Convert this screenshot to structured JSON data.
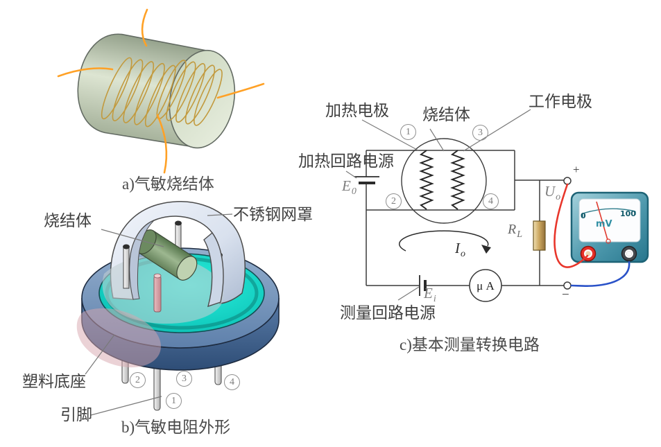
{
  "figure": {
    "panels": {
      "a": {
        "caption": "a)气敏烧结体"
      },
      "b": {
        "caption": "b)气敏电阻外形",
        "labels": {
          "sinter": "烧结体",
          "mesh": "不锈钢网罩",
          "base": "塑料底座",
          "pin": "引脚"
        },
        "pin_numbers": [
          "2",
          "3",
          "4",
          "1"
        ]
      },
      "c": {
        "caption": "c)基本测量转换电路",
        "labels": {
          "heating_electrode": "加热电极",
          "sinter": "烧结体",
          "working_electrode": "工作电极",
          "heating_supply": "加热回路电源",
          "measuring_supply": "测量回路电源"
        },
        "electrode_numbers": [
          "1",
          "3",
          "2",
          "4"
        ],
        "symbols": {
          "e0": {
            "base": "E",
            "sub": "0"
          },
          "ei": {
            "base": "E",
            "sub": "i"
          },
          "io": {
            "base": "I",
            "sub": "o"
          },
          "uo": {
            "base": "U",
            "sub": "o"
          },
          "rl": {
            "base": "R",
            "sub": "L"
          },
          "microammeter": "μ A",
          "plus": "+",
          "minus": "−"
        },
        "meter": {
          "scale_min": "0",
          "scale_max": "100",
          "unit": "mV"
        }
      }
    },
    "colors": {
      "lead_orange": "#ffa126",
      "coil_gold": "#c29a3e",
      "base_blue": "#5e80ab",
      "surface_teal": "#10c9bc",
      "meter_teal": "#3a8ba2",
      "wire_red": "#e8362b",
      "wire_blue": "#2a52c8",
      "resistor_tan": "#d9c08a",
      "line_dark": "#3a3a3a"
    }
  }
}
